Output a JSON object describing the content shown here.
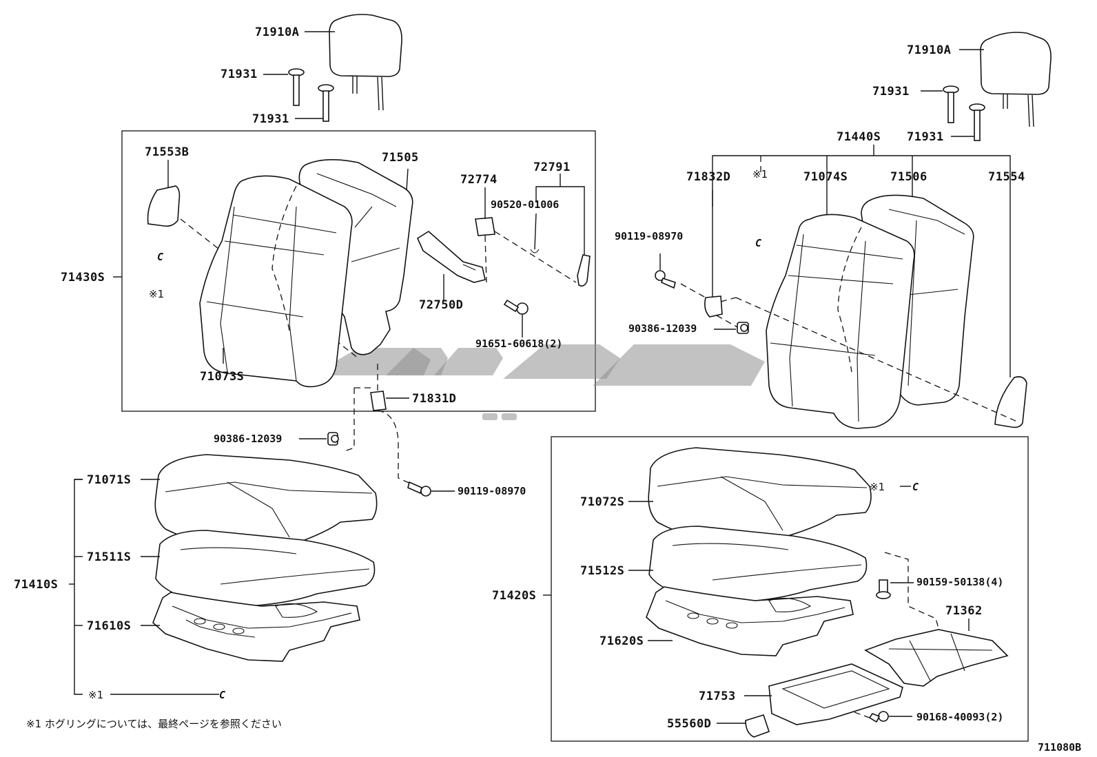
{
  "diagram": {
    "drawing_code": "711080B",
    "footnote": "※1 ホグリングについては、最終ページを参照ください",
    "ref_mark": "※1",
    "hog_ring_symbol": "C",
    "watermark_text": "ﺣﻮﺑﻚ",
    "labels": {
      "p71910A_left": "71910A",
      "p71931_l1": "71931",
      "p71931_l2": "71931",
      "p71553B": "71553B",
      "p71505": "71505",
      "p72774": "72774",
      "p72791": "72791",
      "p90520": "90520-01006",
      "p71430S": "71430S",
      "ref_left": "※1",
      "p72750D": "72750D",
      "p91651": "91651-60618(2)",
      "p71073S": "71073S",
      "p71831D": "71831D",
      "p90386_left": "90386-12039",
      "p90119_left": "90119-08970",
      "p71071S": "71071S",
      "p71511S": "71511S",
      "p71410S": "71410S",
      "p71610S": "71610S",
      "ref_bottom_left": "※1",
      "p71910A_right": "71910A",
      "p71931_r1": "71931",
      "p71931_r2": "71931",
      "p71440S": "71440S",
      "p71832D": "71832D",
      "ref_right": "※1",
      "p71074S": "71074S",
      "p71506": "71506",
      "p71554": "71554",
      "p90119_right": "90119-08970",
      "p90386_right": "90386-12039",
      "p71072S": "71072S",
      "ref_box_right": "※1",
      "p71512S": "71512S",
      "p71420S": "71420S",
      "p90159": "90159-50138(4)",
      "p71362": "71362",
      "p71620S": "71620S",
      "p71753": "71753",
      "p90168": "90168-40093(2)",
      "p55560D": "55560D"
    }
  }
}
